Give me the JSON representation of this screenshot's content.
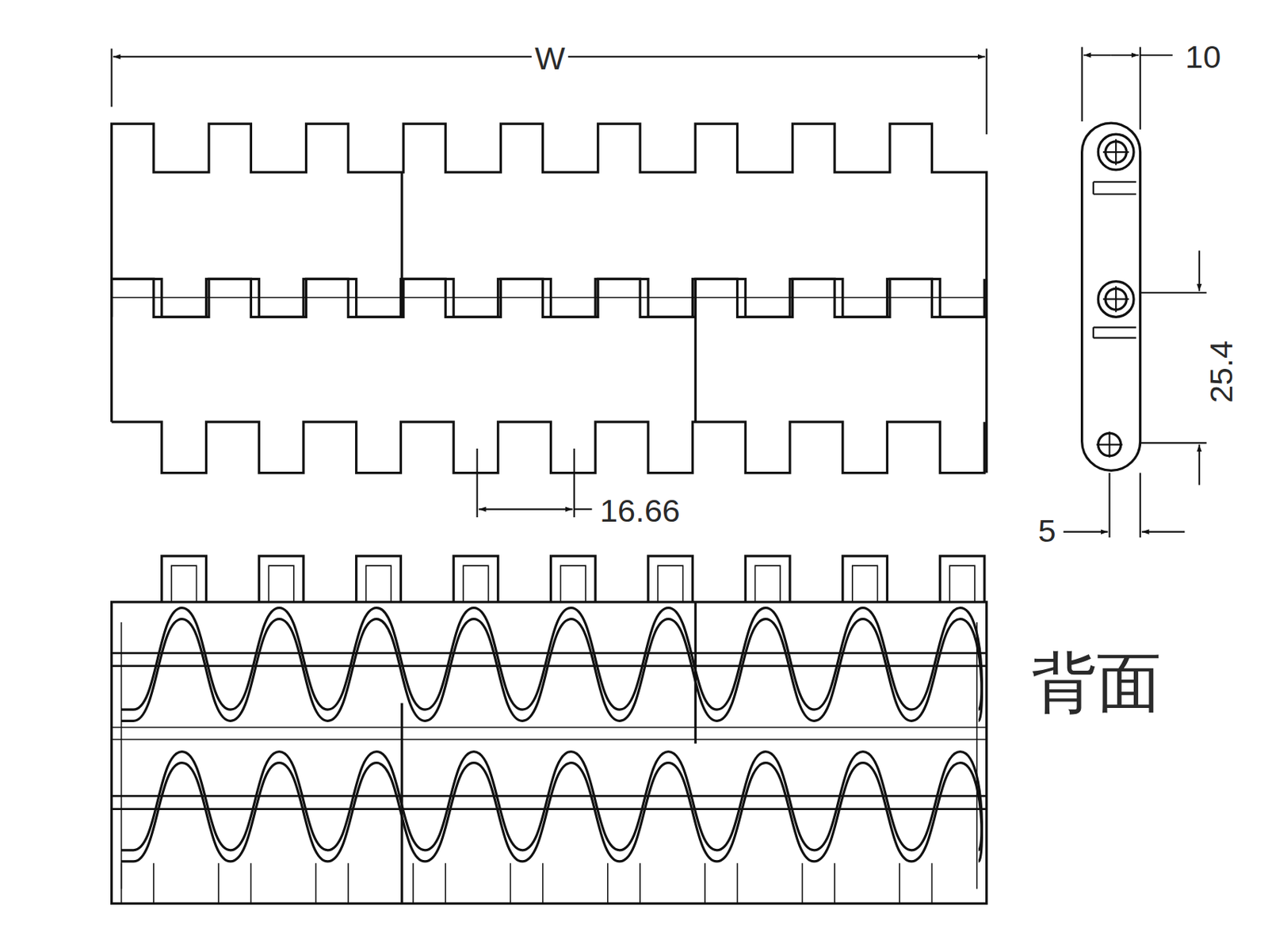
{
  "diagram": {
    "labels": [
      "W",
      "10",
      "25.4",
      "16.66",
      "5",
      "背面"
    ]
  }
}
